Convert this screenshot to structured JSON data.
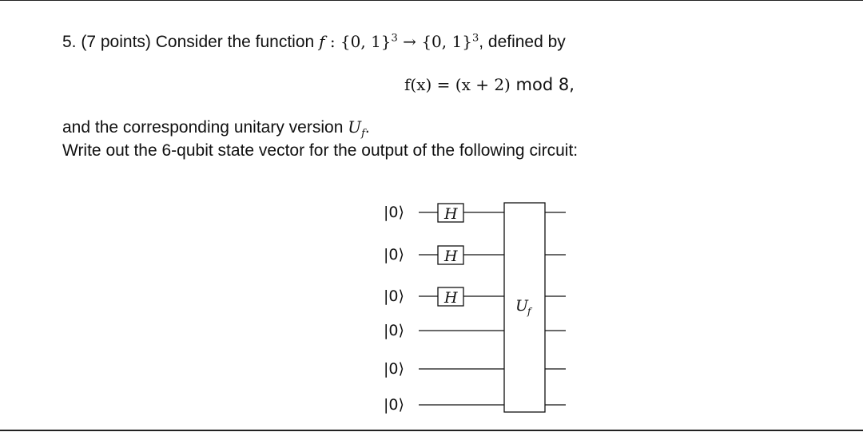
{
  "problem": {
    "number": "5.",
    "points": "(7 points)",
    "intro": "Consider the function",
    "func_name": "f",
    "colon": " : ",
    "domain_set": "{0, 1}",
    "domain_exp": "3",
    "arrow": " → ",
    "codomain_set": "{0, 1}",
    "codomain_exp": "3",
    "defined_by": ", defined by"
  },
  "equation": {
    "lhs": "f(x) = (x + 2)",
    "mod": " mod 8,"
  },
  "text": {
    "line1_prefix": "and the corresponding unitary version ",
    "unitary_symbol": "U",
    "unitary_sub": "f",
    "line1_suffix": ".",
    "line2": "Write out the 6-qubit state vector for the output of the following circuit:"
  },
  "circuit": {
    "inputs": [
      "|0⟩",
      "|0⟩",
      "|0⟩",
      "|0⟩",
      "|0⟩",
      "|0⟩"
    ],
    "hadamard_label": "H",
    "unitary_label": "U",
    "unitary_sub": "f"
  }
}
